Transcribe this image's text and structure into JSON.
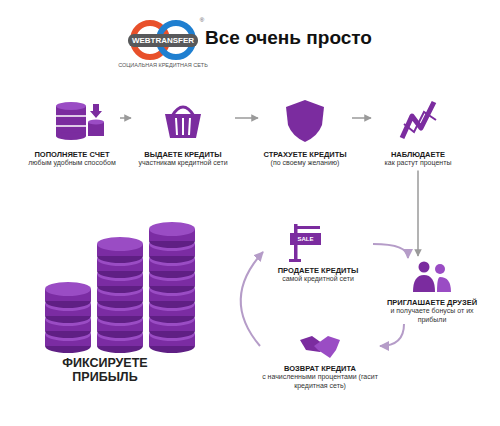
{
  "diagram": {
    "title": "Все очень просто",
    "nodes": [
      {
        "text": [
          "ПОПОЛНЯЕТЕ СЧЕТ",
          "любым удобным способом"
        ]
      },
      {
        "text": [
          "ВЫДАЕТЕ КРЕДИТЫ",
          "участникам кредитной сети"
        ]
      },
      {
        "text": [
          "СТРАХУЕТЕ КРЕДИТЫ",
          "(по своему желанию)"
        ]
      },
      {
        "text": [
          "НАБЛЮДАЕТЕ",
          "как растут проценты"
        ]
      },
      {
        "text": [
          "ПРОДАЕТЕ КРЕДИТЫ",
          "самой кредитной сети"
        ]
      },
      {
        "text": [
          "ПРИГЛАШАЕТЕ ДРУЗЕЙ",
          "и получаете бонусы от их прибыли"
        ]
      },
      {
        "text": [
          "ФИКСИРУЕТЕ ПРИБЫЛЬ"
        ]
      },
      {
        "text": [
          "ВОЗВРАТ КРЕДИТА",
          "с начисленными процентами (гасит кредитная сеть)"
        ]
      }
    ],
    "edges": [
      {
        "from": 0,
        "to": 1,
        "arrow": "to"
      },
      {
        "from": 1,
        "to": 2,
        "arrow": "to"
      },
      {
        "from": 2,
        "to": 3,
        "arrow": "to"
      },
      {
        "from": 3,
        "to": 5,
        "arrow": "to"
      },
      {
        "from": 5,
        "to": 7,
        "arrow": "to"
      },
      {
        "from": 7,
        "to": 4,
        "arrow": "to"
      },
      {
        "from": 4,
        "to": 5,
        "arrow": "to"
      }
    ],
    "labels": [
      "WEBTRANSFER",
      "®",
      "СОЦИАЛЬНАЯ КРЕДИТНАЯ СЕТЬ",
      "SALE"
    ]
  }
}
